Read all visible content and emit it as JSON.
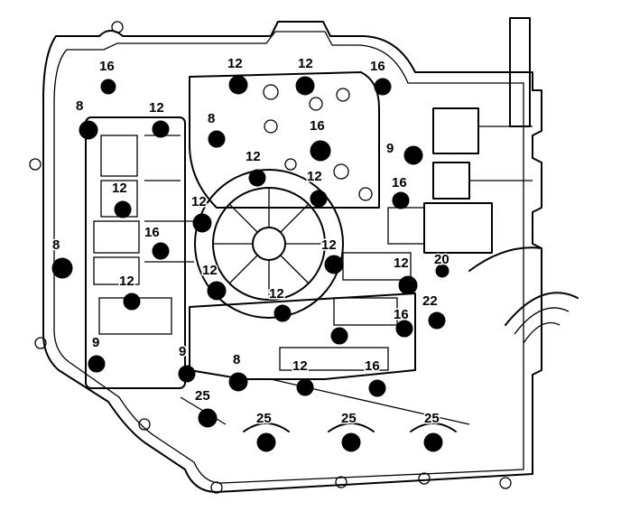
{
  "diagram": {
    "labels": [
      "16",
      "12",
      "12",
      "16",
      "8",
      "12",
      "8",
      "16",
      "9",
      "12",
      "12",
      "16",
      "12",
      "12",
      "8",
      "16",
      "12",
      "12",
      "12",
      "20",
      "12",
      "12",
      "22",
      "9",
      "16",
      "9",
      "8",
      "12",
      "16",
      "25",
      "25",
      "25",
      "25"
    ]
  }
}
